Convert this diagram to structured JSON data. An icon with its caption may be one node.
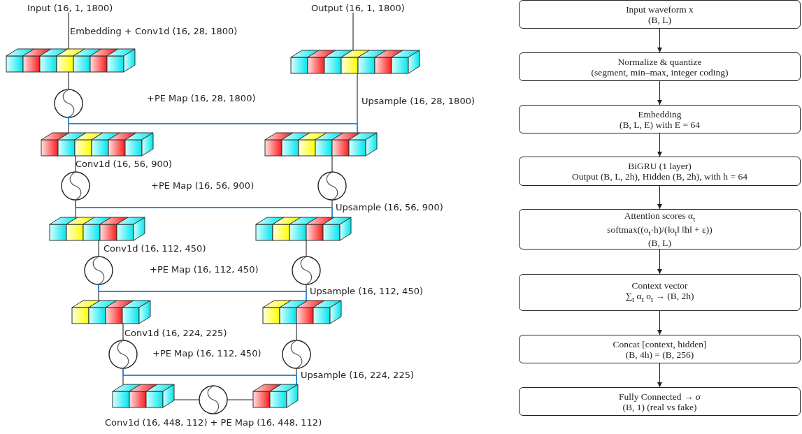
{
  "diagram": {
    "nodes": [
      {
        "text": [
          "Input (16, 1, 1800)"
        ]
      },
      {
        "text": [
          "Output (16, 1, 1800)"
        ]
      },
      {
        "text": [],
        "shape": "box"
      },
      {
        "text": [],
        "shape": "box"
      },
      {
        "text": [],
        "shape": "circle"
      },
      {
        "text": [],
        "shape": "box"
      },
      {
        "text": [],
        "shape": "box"
      },
      {
        "text": [],
        "shape": "circle"
      },
      {
        "text": [],
        "shape": "circle"
      },
      {
        "text": [],
        "shape": "box"
      },
      {
        "text": [],
        "shape": "box"
      },
      {
        "text": [],
        "shape": "circle"
      },
      {
        "text": [],
        "shape": "circle"
      },
      {
        "text": [],
        "shape": "box"
      },
      {
        "text": [],
        "shape": "box"
      },
      {
        "text": [],
        "shape": "circle"
      },
      {
        "text": [],
        "shape": "circle"
      },
      {
        "text": [],
        "shape": "box"
      },
      {
        "text": [],
        "shape": "circle"
      },
      {
        "text": [],
        "shape": "box"
      },
      {
        "text": [
          "Input waveform x",
          "(B, L)"
        ]
      },
      {
        "text": [
          "Normalize & quantize",
          "(segment, min–max, integer coding)"
        ]
      },
      {
        "text": [
          "Embedding",
          "(B, L, E) with E = 64"
        ]
      },
      {
        "text": [
          "BiGRU (1 layer)",
          "Output (B, L, 2h), Hidden (B, 2h), with h = 64"
        ]
      },
      {
        "text": [
          "Attention scores α$_{t}$",
          "softmax((o$_{t}$·h)/(‖o$_{t}$‖ ‖h‖ + ε))",
          "(B, L)"
        ]
      },
      {
        "text": [
          "Context vector",
          "∑$_{t}$ α$_{t}$ o$_{t}$ → (B, 2h)"
        ]
      },
      {
        "text": [
          "Concat [context, hidden]",
          "(B, 4h) = (B, 256)"
        ]
      },
      {
        "text": [
          "Fully Connected → σ",
          "(B, 1) (real vs fake)"
        ]
      }
    ],
    "edges": [
      {
        "from": 0,
        "to": 2,
        "arrow": "none"
      },
      {
        "from": 2,
        "to": 4,
        "arrow": "none"
      },
      {
        "from": 4,
        "to": 5,
        "arrow": "none"
      },
      {
        "from": 5,
        "to": 7,
        "arrow": "none"
      },
      {
        "from": 7,
        "to": 9,
        "arrow": "none"
      },
      {
        "from": 9,
        "to": 11,
        "arrow": "none"
      },
      {
        "from": 11,
        "to": 13,
        "arrow": "none"
      },
      {
        "from": 13,
        "to": 15,
        "arrow": "none"
      },
      {
        "from": 15,
        "to": 17,
        "arrow": "none"
      },
      {
        "from": 17,
        "to": 18,
        "arrow": "none"
      },
      {
        "from": 18,
        "to": 19,
        "arrow": "none"
      },
      {
        "from": 19,
        "to": 16,
        "arrow": "none"
      },
      {
        "from": 16,
        "to": 14,
        "arrow": "none"
      },
      {
        "from": 14,
        "to": 12,
        "arrow": "none"
      },
      {
        "from": 12,
        "to": 10,
        "arrow": "none"
      },
      {
        "from": 10,
        "to": 8,
        "arrow": "none"
      },
      {
        "from": 8,
        "to": 6,
        "arrow": "none"
      },
      {
        "from": 6,
        "to": 3,
        "arrow": "none"
      },
      {
        "from": 3,
        "to": 1,
        "arrow": "none"
      },
      {
        "from": 4,
        "to": 6,
        "arrow": "none",
        "color": "#2a8de0"
      },
      {
        "from": 7,
        "to": 10,
        "arrow": "none",
        "color": "#2a8de0"
      },
      {
        "from": 11,
        "to": 14,
        "arrow": "none",
        "color": "#2a8de0"
      },
      {
        "from": 15,
        "to": 19,
        "arrow": "none",
        "color": "#2a8de0"
      },
      {
        "from": 20,
        "to": 21,
        "arrow": "to"
      },
      {
        "from": 21,
        "to": 22,
        "arrow": "to"
      },
      {
        "from": 22,
        "to": 23,
        "arrow": "to"
      },
      {
        "from": 23,
        "to": 24,
        "arrow": "to"
      },
      {
        "from": 24,
        "to": 25,
        "arrow": "to"
      },
      {
        "from": 25,
        "to": 26,
        "arrow": "to"
      },
      {
        "from": 26,
        "to": 27,
        "arrow": "to"
      }
    ],
    "labels": [
      "Embedding + Conv1d (16, 28, 1800)",
      "+PE Map (16, 28, 1800)",
      "Upsample (16, 28, 1800)",
      "Conv1d (16, 56, 900)",
      "+PE Map (16, 56, 900)",
      "Upsample (16, 56, 900)",
      "Conv1d (16, 112, 450)",
      "+PE Map (16, 112, 450)",
      "Upsample (16, 112, 450)",
      "Conv1d (16, 224, 225)",
      "+PE Map (16, 112, 450)",
      "Upsample (16, 224, 225)",
      "Conv1d (16, 448, 112) + PE Map (16, 448, 112)"
    ]
  }
}
